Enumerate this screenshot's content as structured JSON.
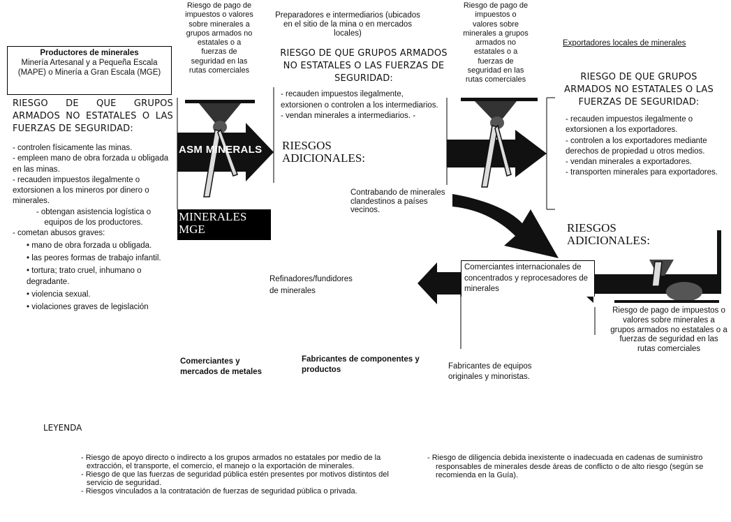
{
  "producers": {
    "title": "Productores de minerales",
    "subtitle": "Minería Artesanal y a Pequeña Escala (MAPE) o Minería a Gran Escala (MGE)",
    "risk_heading": "RIESGO DE QUE GRUPOS ARMADOS NO ESTATALES O LAS FUERZAS DE SEGURIDAD:",
    "risks": [
      "- controlen físicamente las minas.",
      "- empleen mano de obra forzada u obligada en las minas.",
      "- recauden impuestos ilegalmente o extorsionen a los mineros por dinero o minerales.",
      "- obtengan asistencia logística o equipos de los productores.",
      "- cometan abusos graves:"
    ],
    "abuses": [
      "• mano de obra forzada u obligada.",
      "• las peores formas de trabajo infantil.",
      "• tortura; trato cruel, inhumano o degradante.",
      "• violencia sexual.",
      "• violaciones graves de legislación"
    ]
  },
  "tax_top_left": "Riesgo de pago de impuestos o valores sobre minerales a grupos armados no estatales o a fuerzas de seguridad en las rutas comerciales",
  "asm_label": "ASM MINERALS",
  "mge_label": "MINERALES MGE",
  "intermediaries": {
    "title": "Preparadores e intermediarios (ubicados en el sitio de la mina o en mercados locales)",
    "risk_heading": "RIESGO DE QUE GRUPOS ARMADOS NO ESTATALES O LAS FUERZAS DE SEGURIDAD:",
    "risks": [
      "- recauden impuestos ilegalmente, extorsionen o controlen a los intermediarios.",
      "- vendan minerales a intermediarios. -"
    ],
    "additional": "RIESGOS ADICIONALES:"
  },
  "tax_top_mid": "Riesgo de pago de impuestos o valores sobre minerales a grupos armados no estatales o a fuerzas de seguridad en las rutas comerciales",
  "exporters": {
    "title": "Exportadores locales de minerales",
    "risk_heading": "RIESGO DE QUE GRUPOS ARMADOS NO ESTATALES O LAS FUERZAS DE SEGURIDAD:",
    "risks": [
      "- recauden impuestos ilegalmente o extorsionen a los exportadores.",
      "- controlen a los exportadores mediante derechos de propiedad u otros medios.",
      "- vendan minerales a exportadores.",
      "- transporten minerales para exportadores."
    ],
    "additional": "RIESGOS ADICIONALES:"
  },
  "smuggling": "Contrabando de minerales clandestinos a países vecinos.",
  "international_traders": "Comerciantes internacionales de concentrados y reprocesadores de minerales",
  "tax_bottom_right": "Riesgo de pago de impuestos o valores sobre minerales a grupos armados no estatales o a fuerzas de seguridad en las rutas comerciales",
  "refiners": "Refinadores/fundidores de minerales",
  "metal_traders": "Comerciantes y mercados de metales",
  "component_makers": "Fabricantes de componentes y productos",
  "oem": "Fabricantes de equipos originales y minoristas.",
  "legend": {
    "title": "LEYENDA",
    "left": [
      "- Riesgo de apoyo directo o indirecto a los grupos armados no estatales por medio de la extracción, el transporte, el comercio, el manejo o la exportación de minerales.",
      "- Riesgo de que las fuerzas de seguridad pública estén presentes por motivos distintos del servicio de seguridad.",
      "- Riesgos vinculados a la contratación de fuerzas de seguridad pública o privada."
    ],
    "right": "- Riesgo de diligencia debida inexistente o inadecuada en cadenas de suministro responsables de minerales desde áreas de conflicto o de alto riesgo (según se recomienda en la Guía)."
  }
}
